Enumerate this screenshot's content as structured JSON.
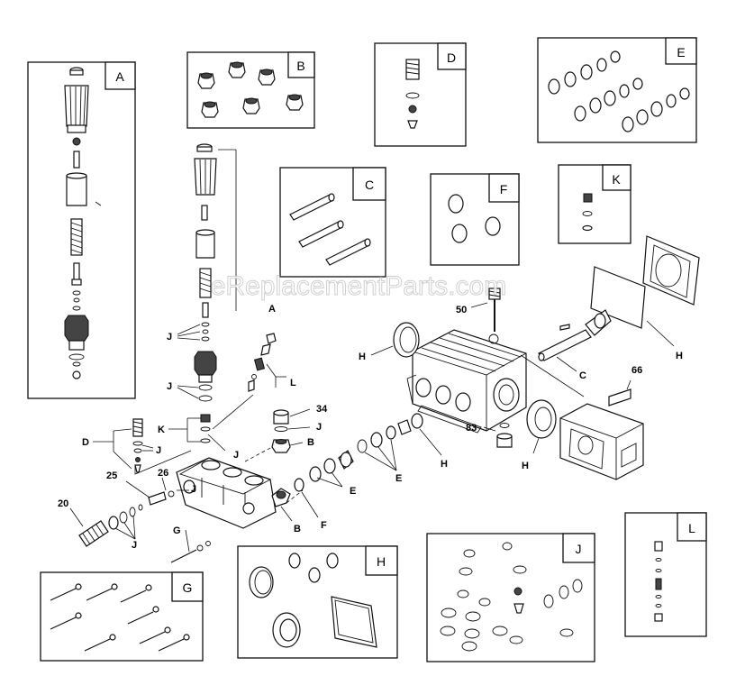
{
  "watermark": "eReplacementParts.com",
  "kits": [
    {
      "id": "A",
      "label": "A"
    },
    {
      "id": "B",
      "label": "B"
    },
    {
      "id": "C",
      "label": "C"
    },
    {
      "id": "D",
      "label": "D"
    },
    {
      "id": "E",
      "label": "E"
    },
    {
      "id": "F",
      "label": "F"
    },
    {
      "id": "G",
      "label": "G"
    },
    {
      "id": "H",
      "label": "H"
    },
    {
      "id": "J",
      "label": "J"
    },
    {
      "id": "K",
      "label": "K"
    },
    {
      "id": "L",
      "label": "L"
    }
  ],
  "callouts": {
    "a": "A",
    "j1": "J",
    "j2": "J",
    "j3": "J",
    "j4": "J",
    "j5": "J",
    "j6": "J",
    "j7": "J",
    "l": "L",
    "k": "K",
    "d": "D",
    "n34": "34",
    "b1": "B",
    "b2": "B",
    "n25": "25",
    "n26": "26",
    "n20": "20",
    "g": "G",
    "f": "F",
    "e1": "E",
    "e2": "E",
    "h1": "H",
    "h2": "H",
    "h3": "H",
    "h4": "H",
    "n50": "50",
    "c": "C",
    "n66": "66",
    "n83": "83"
  }
}
